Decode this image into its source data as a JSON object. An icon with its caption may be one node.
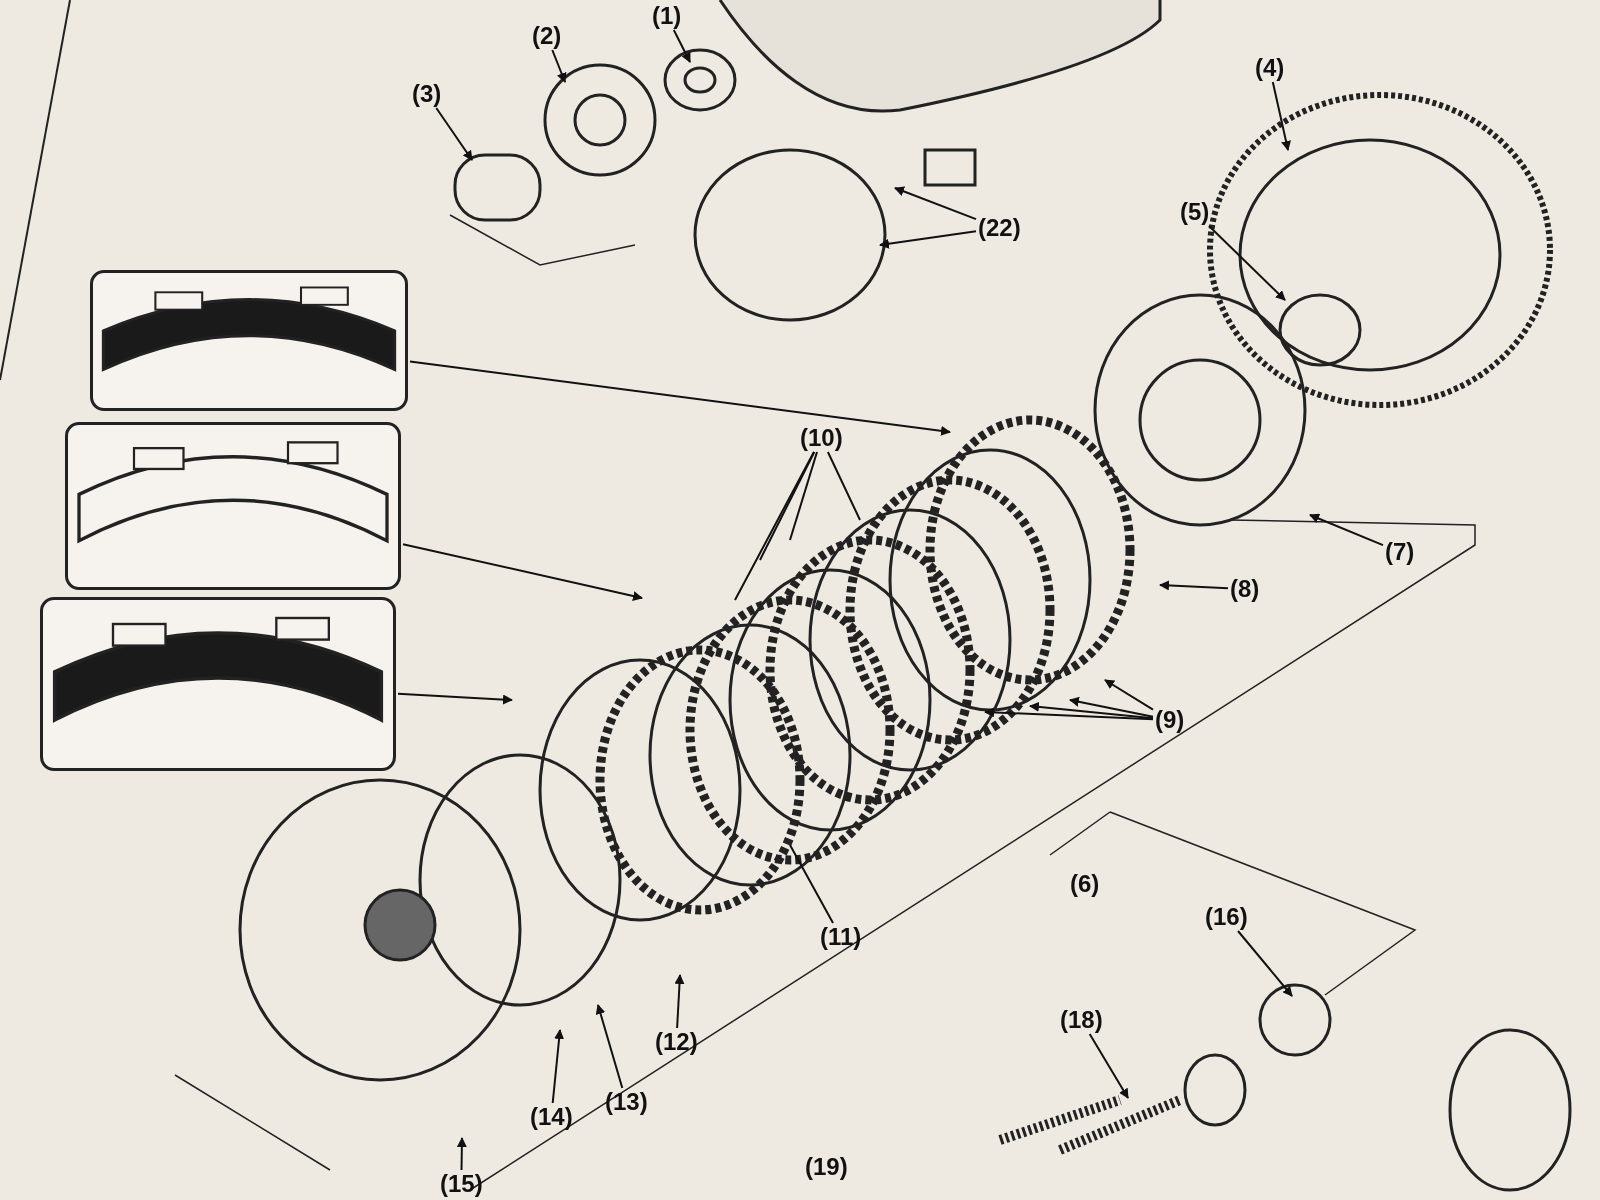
{
  "diagram": {
    "nodes": [
      {
        "text": [
          "(1)"
        ]
      },
      {
        "text": [
          "(2)"
        ]
      },
      {
        "text": [
          "(3)"
        ]
      },
      {
        "text": [
          "(4)"
        ]
      },
      {
        "text": [
          "(5)"
        ]
      },
      {
        "text": [
          "(22)"
        ]
      },
      {
        "text": [
          "(10)"
        ]
      },
      {
        "text": [
          "(8)"
        ]
      },
      {
        "text": [
          "(7)"
        ]
      },
      {
        "text": [
          "(9)"
        ]
      },
      {
        "text": [
          "(11)"
        ]
      },
      {
        "text": [
          "(6)"
        ]
      },
      {
        "text": [
          "(12)"
        ]
      },
      {
        "text": [
          "(13)"
        ]
      },
      {
        "text": [
          "(14)"
        ]
      },
      {
        "text": [
          "(15)"
        ]
      },
      {
        "text": [
          "(16)"
        ]
      },
      {
        "text": [
          "(18)"
        ]
      },
      {
        "text": [
          "(19)"
        ]
      },
      {
        "text": [],
        "shape": "picture"
      },
      {
        "text": [],
        "shape": "picture"
      },
      {
        "text": [],
        "shape": "picture"
      }
    ],
    "edges": [
      {
        "from": 0,
        "to": null,
        "arrow": "to"
      },
      {
        "from": 1,
        "to": null,
        "arrow": "to"
      },
      {
        "from": 2,
        "to": null,
        "arrow": "to"
      },
      {
        "from": 3,
        "to": null,
        "arrow": "to"
      },
      {
        "from": 4,
        "to": null,
        "arrow": "to"
      },
      {
        "from": 5,
        "to": null,
        "arrow": "to"
      },
      {
        "from": 5,
        "to": null,
        "arrow": "to"
      },
      {
        "from": 6,
        "to": null,
        "arrow": "none"
      },
      {
        "from": 6,
        "to": null,
        "arrow": "none"
      },
      {
        "from": 6,
        "to": null,
        "arrow": "none"
      },
      {
        "from": 6,
        "to": null,
        "arrow": "none"
      },
      {
        "from": 7,
        "to": null,
        "arrow": "to"
      },
      {
        "from": 8,
        "to": null,
        "arrow": "to"
      },
      {
        "from": 9,
        "to": null,
        "arrow": "to"
      },
      {
        "from": 9,
        "to": null,
        "arrow": "to"
      },
      {
        "from": 9,
        "to": null,
        "arrow": "to"
      },
      {
        "from": 9,
        "to": null,
        "arrow": "to"
      },
      {
        "from": 10,
        "to": null,
        "arrow": "none"
      },
      {
        "from": 12,
        "to": null,
        "arrow": "to"
      },
      {
        "from": 13,
        "to": null,
        "arrow": "to"
      },
      {
        "from": 14,
        "to": null,
        "arrow": "to"
      },
      {
        "from": 15,
        "to": null,
        "arrow": "to"
      },
      {
        "from": 16,
        "to": null,
        "arrow": "to"
      },
      {
        "from": 17,
        "to": null,
        "arrow": "to"
      },
      {
        "from": 19,
        "to": null,
        "arrow": "to"
      },
      {
        "from": 20,
        "to": null,
        "arrow": "to"
      },
      {
        "from": 21,
        "to": null,
        "arrow": "to"
      }
    ]
  }
}
